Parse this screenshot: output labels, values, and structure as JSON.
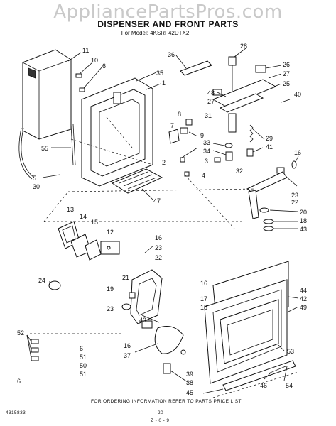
{
  "watermark": "AppliancePartsPros.com",
  "title": "DISPENSER AND FRONT PARTS",
  "model": "For Model: 4KSRF42DTX2",
  "footer": {
    "ordering_note": "FOR ORDERING INFORMATION REFER TO PARTS PRICE LIST",
    "doc_number": "4315833",
    "page_number": "20",
    "date_code": "Z - 0 - 9"
  },
  "callouts": [
    "11",
    "10",
    "6",
    "36",
    "28",
    "26",
    "27",
    "35",
    "1",
    "48",
    "27",
    "25",
    "40",
    "8",
    "7",
    "31",
    "55",
    "9",
    "33",
    "34",
    "29",
    "41",
    "16",
    "2",
    "3",
    "32",
    "5",
    "30",
    "4",
    "47",
    "23",
    "22",
    "13",
    "14",
    "15",
    "20",
    "18",
    "12",
    "16",
    "43",
    "23",
    "22",
    "24",
    "44",
    "21",
    "19",
    "42",
    "16",
    "17",
    "18",
    "49",
    "23",
    "43",
    "52",
    "6",
    "51",
    "50",
    "51",
    "6",
    "16",
    "37",
    "53",
    "39",
    "38",
    "45",
    "46",
    "54"
  ]
}
